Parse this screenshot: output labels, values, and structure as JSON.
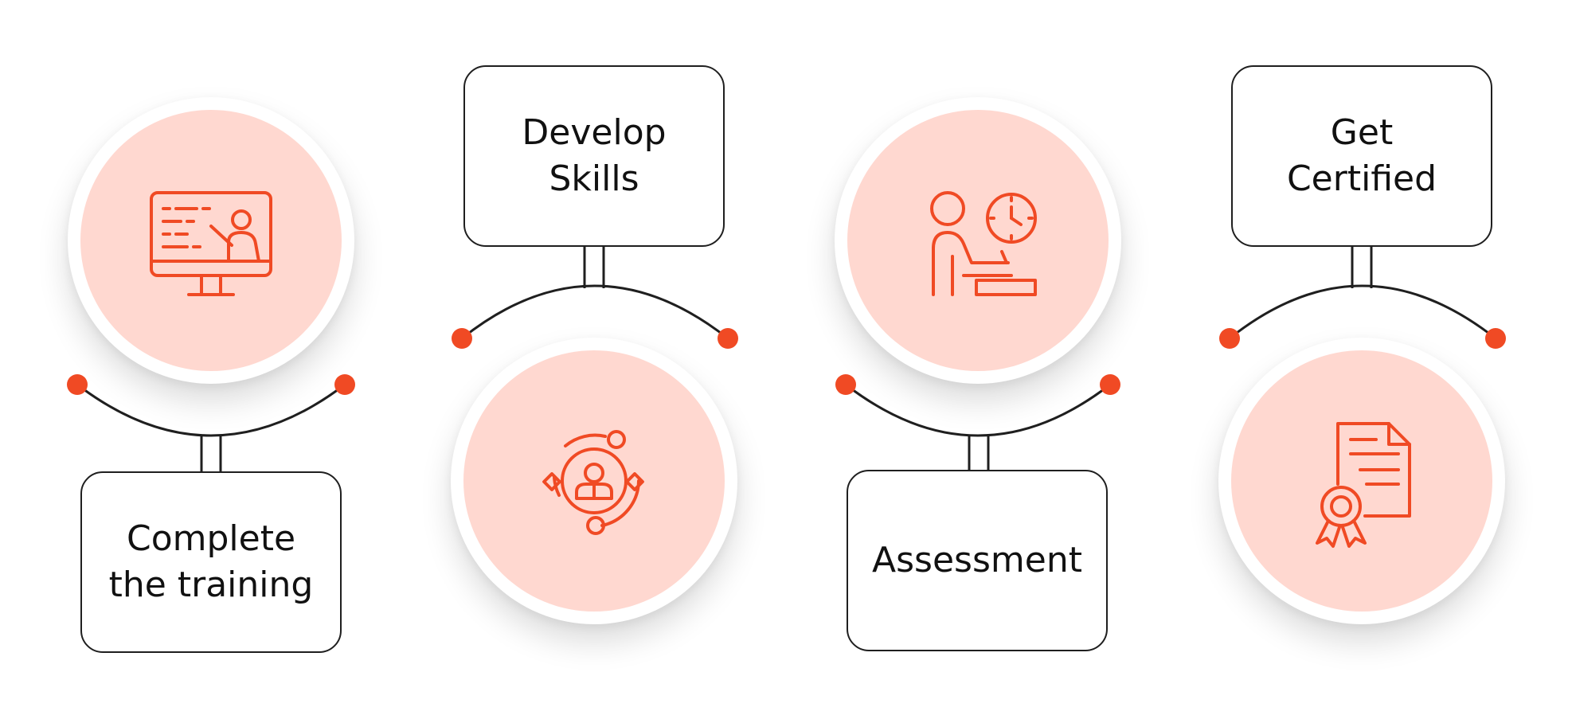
{
  "steps": [
    {
      "label": "Complete\nthe training",
      "icon": "online-training-monitor-icon"
    },
    {
      "label": "Develop\nSkills",
      "icon": "skill-orbit-person-icon"
    },
    {
      "label": "Assessment",
      "icon": "timed-exam-icon"
    },
    {
      "label": "Get\nCertified",
      "icon": "certificate-ribbon-icon"
    }
  ],
  "colors": {
    "accent": "#f04a24",
    "circle_fill": "#ffd8d0",
    "outline": "#1f1f1f",
    "background": "#ffffff"
  }
}
